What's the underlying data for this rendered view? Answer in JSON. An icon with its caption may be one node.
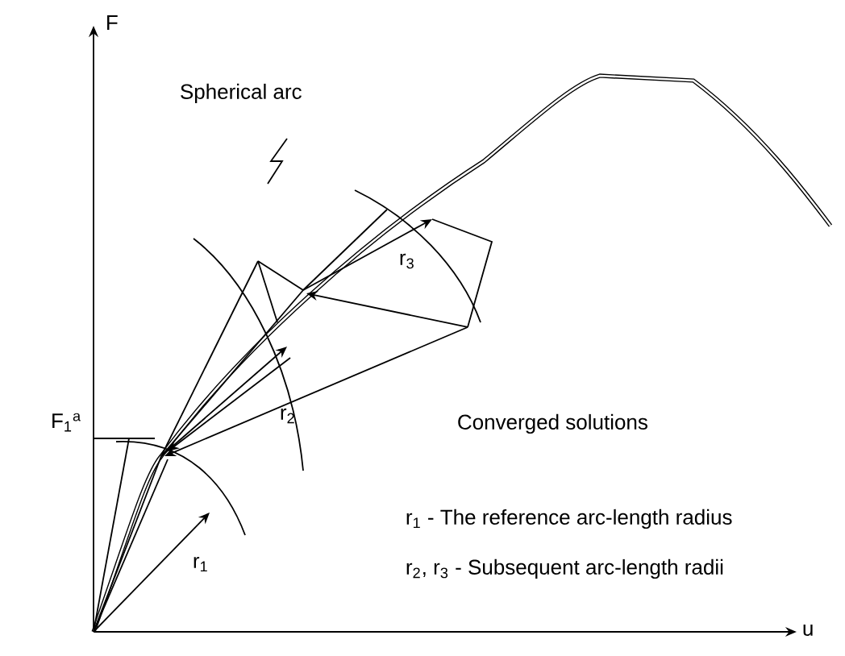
{
  "diagram": {
    "labels": [
      "F",
      "Spherical arc",
      "F$_{1}$$^{a}$",
      "r$_{3}$",
      "r$_{2}$",
      "Converged solutions",
      "r$_{1}$ - The reference arc-length radius",
      "r$_{1}$",
      "r$_{2}$, r$_{3}$ - Subsequent arc-length radii",
      "u"
    ]
  }
}
